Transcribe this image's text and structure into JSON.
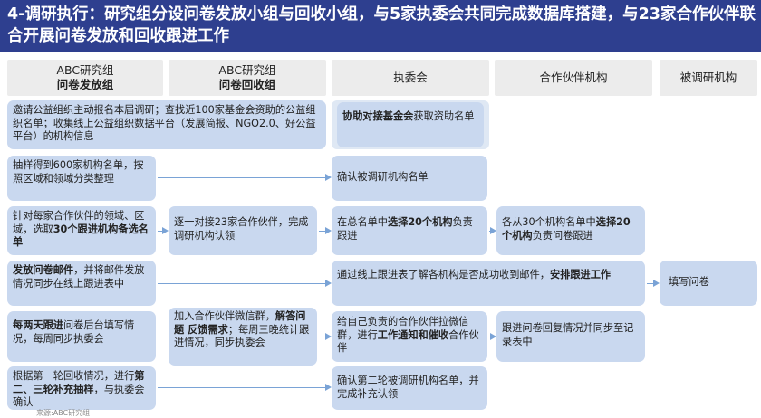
{
  "title": "4-调研执行：研究组分设问卷发放小组与回收小组，与5家执委会共同完成数据库搭建，与23家合作伙伴联合开展问卷发放和回收跟进工作",
  "columns": [
    {
      "line1": "ABC研究组",
      "line2": "问卷发放组"
    },
    {
      "line1": "ABC研究组",
      "line2": "问卷回收组"
    },
    {
      "line1": "执委会",
      "line2": ""
    },
    {
      "line1": "合作伙伴机构",
      "line2": ""
    },
    {
      "line1": "被调研机构",
      "line2": ""
    }
  ],
  "rows": [
    {
      "c1": [
        "邀请公益组织主动报名本届调研；查找近100家基金会资助的公益组织名单；收集线上公益组织数据平台（发展简报、NGO2.0、好公益平台）的机构信息"
      ],
      "c3": [
        [
          "b",
          "协助对接基金会"
        ],
        [
          "t",
          "获取资助名单"
        ]
      ]
    },
    {
      "c1": [
        "抽样得到600家机构名单，按照区域和领域分类整理"
      ],
      "c3": [
        [
          "t",
          "确认被调研机构名单"
        ]
      ]
    },
    {
      "c1": [
        [
          "t",
          "针对每家合作伙伴的领域、区域，选取"
        ],
        [
          "b",
          "30个跟进机构备选名单"
        ]
      ],
      "c2": [
        [
          "t",
          "逐一对接23家合作伙伴，完成调研机构认领"
        ]
      ],
      "c3": [
        [
          "t",
          "在总名单中"
        ],
        [
          "b",
          "选择20个机构"
        ],
        [
          "t",
          "负责跟进"
        ]
      ],
      "c4": [
        [
          "t",
          "各从30个机构名单中"
        ],
        [
          "b",
          "选择20个机构"
        ],
        [
          "t",
          "负责问卷跟进"
        ]
      ]
    },
    {
      "c1": [
        [
          "b",
          "发放问卷邮件"
        ],
        [
          "t",
          "，并将邮件发放情况同步在线上跟进表中"
        ]
      ],
      "c3": [
        [
          "t",
          "通过线上跟进表了解各机构是否成功收到邮件，"
        ],
        [
          "b",
          "安排跟进工作"
        ]
      ],
      "c5": [
        [
          "t",
          "填写问卷"
        ]
      ]
    },
    {
      "c1": [
        [
          "b",
          "每两天跟进"
        ],
        [
          "t",
          "问卷后台填写情况，每周同步执委会"
        ]
      ],
      "c2": [
        [
          "t",
          "加入合作伙伴微信群，"
        ],
        [
          "b",
          "解答问题 反馈需求"
        ],
        [
          "t",
          "；每周三晚统计跟进情况，同步执委会"
        ]
      ],
      "c3": [
        [
          "t",
          "给自己负责的合作伙伴拉微信群，进行"
        ],
        [
          "b",
          "工作通知和催收"
        ],
        [
          "t",
          "合作伙伴"
        ]
      ],
      "c4": [
        [
          "t",
          "跟进问卷回复情况并同步至记录表中"
        ]
      ]
    },
    {
      "c1": [
        [
          "t",
          "根据第一轮回收情况，进行"
        ],
        [
          "b",
          "第二、三轮补充抽样"
        ],
        [
          "t",
          "，与执委会确认"
        ]
      ],
      "c3": [
        [
          "t",
          "确认第二轮被调研机构名单，并完成补充认领"
        ]
      ]
    }
  ],
  "footnote": "来源:ABC研究组"
}
